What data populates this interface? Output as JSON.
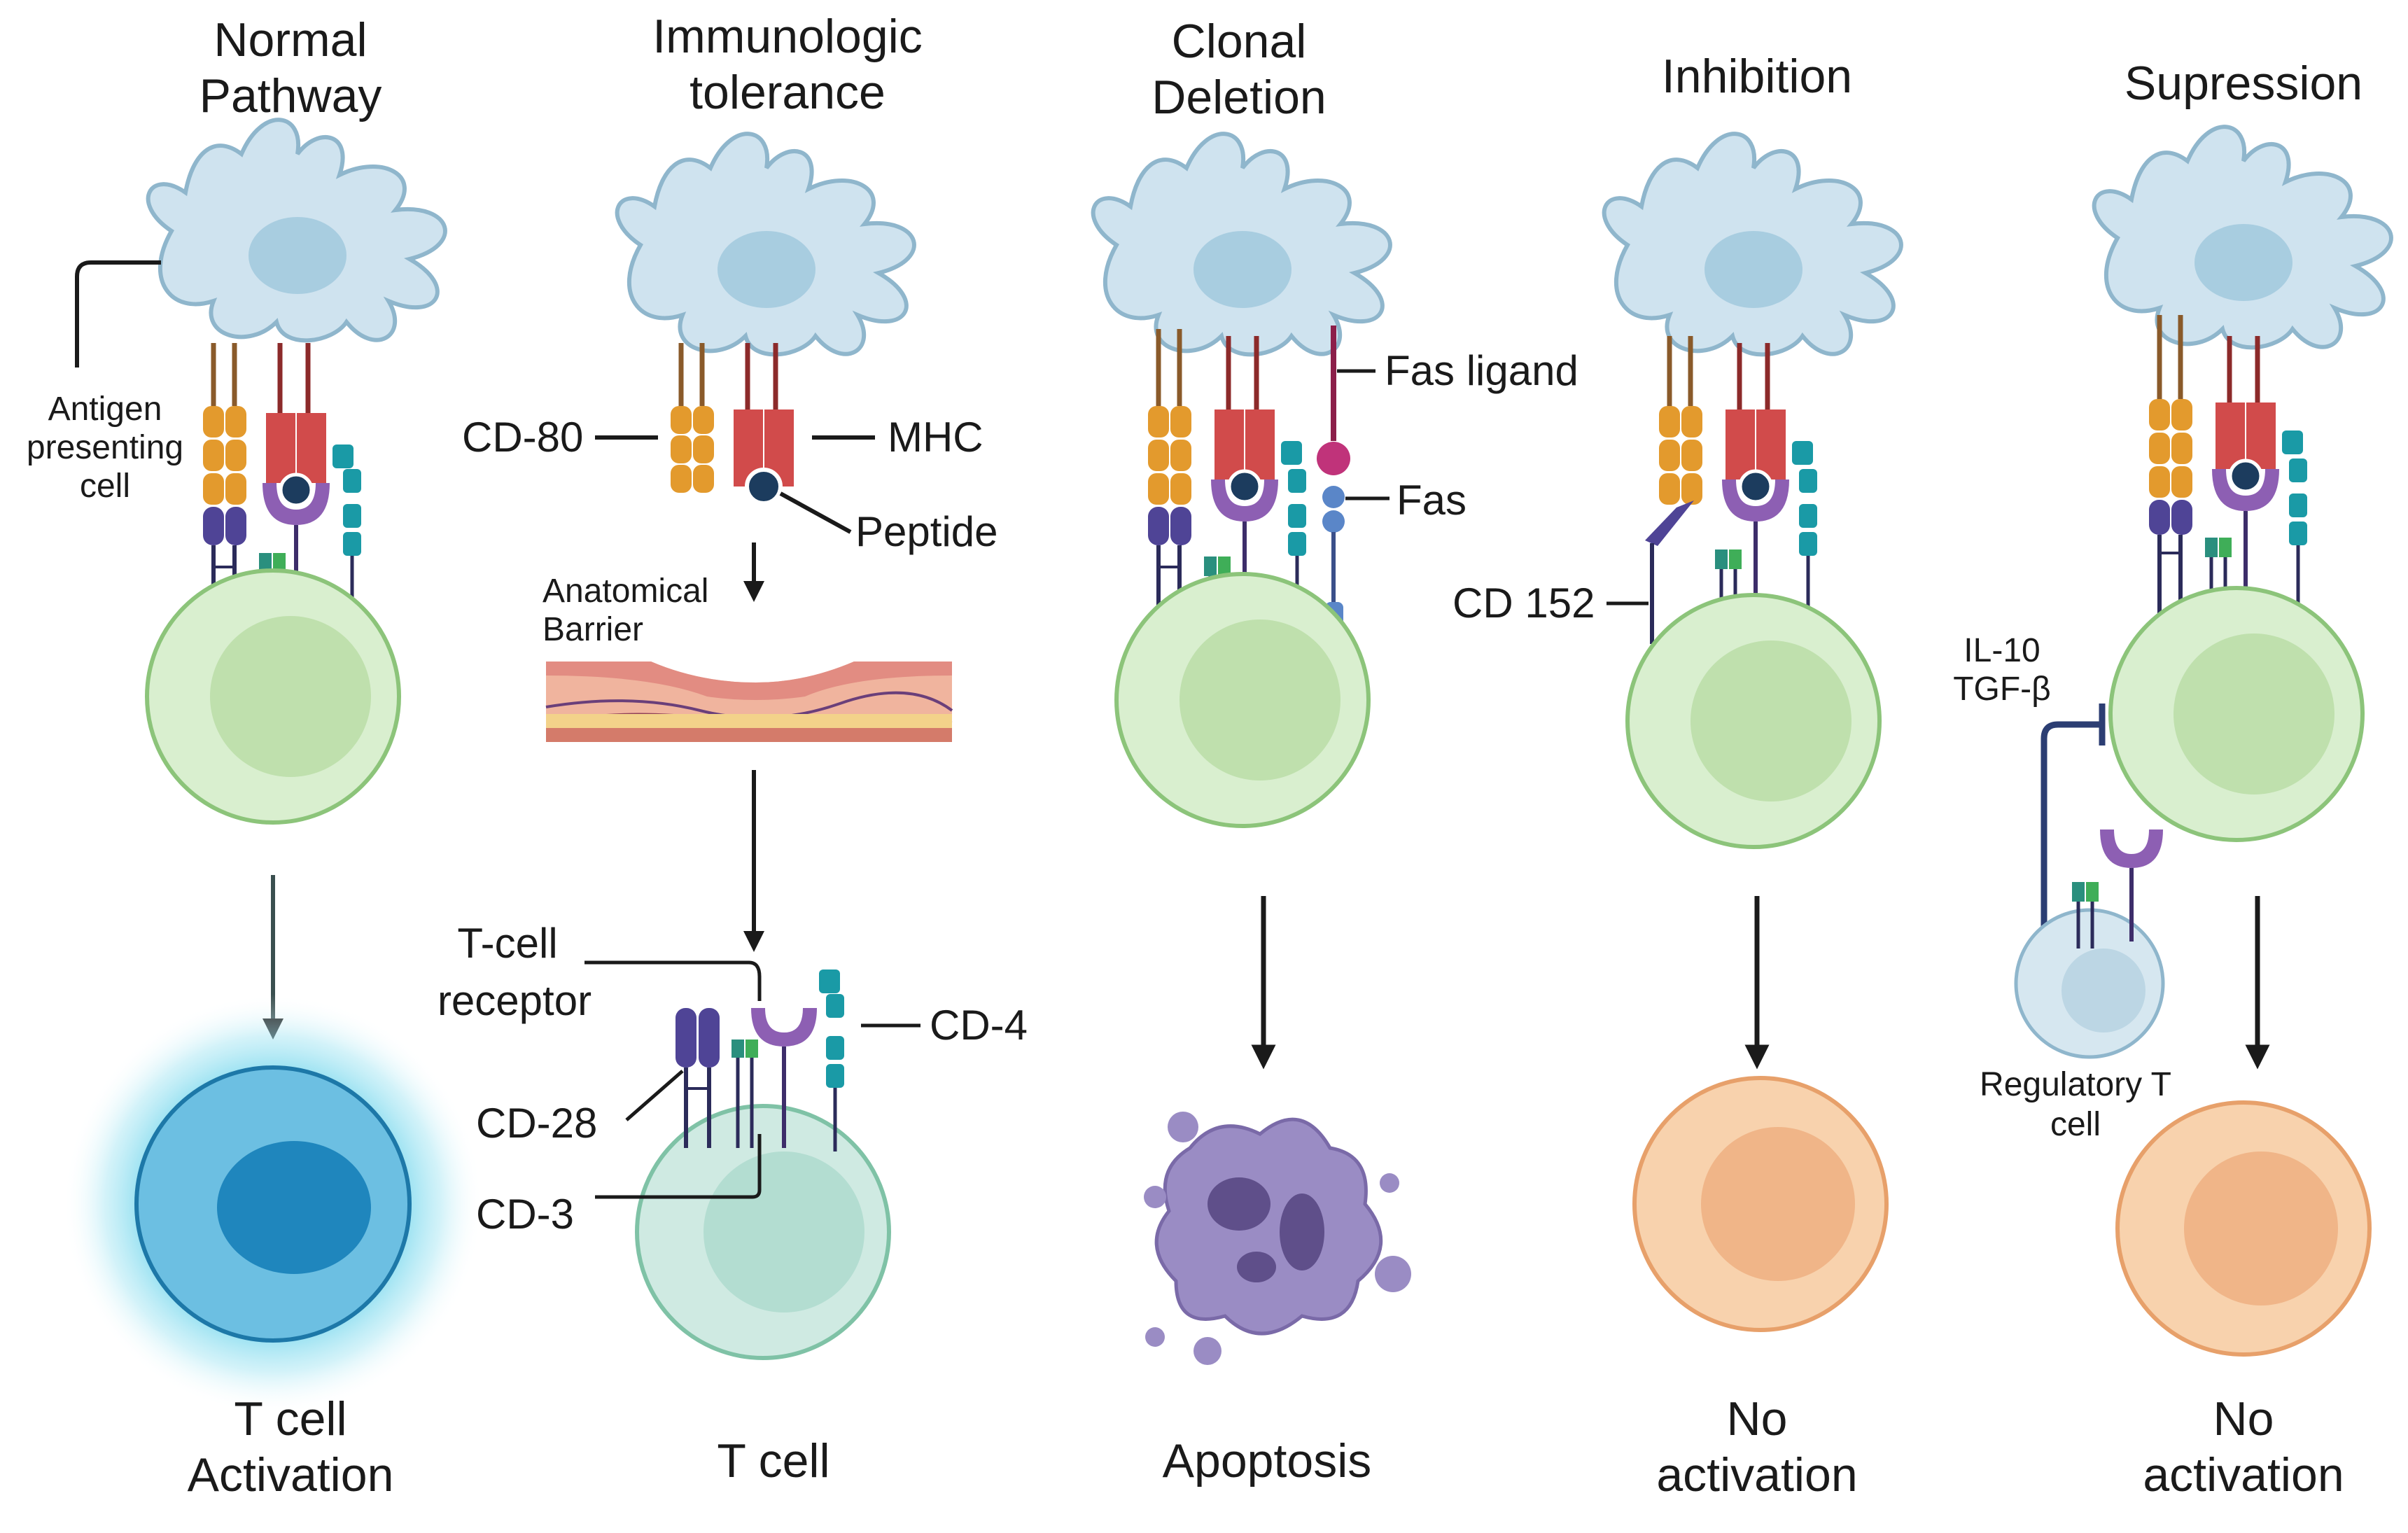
{
  "panels": {
    "normal": {
      "title": [
        "Normal",
        "Pathway"
      ],
      "apc_label": [
        "Antigen",
        "presenting",
        "cell"
      ],
      "caption": [
        "T cell",
        "Activation"
      ]
    },
    "tolerance": {
      "title": [
        "Immunologic",
        "tolerance"
      ],
      "cd80": "CD-80",
      "mhc": "MHC",
      "peptide": "Peptide",
      "barrier": [
        "Anatomical",
        "Barrier"
      ],
      "tcr": [
        "T-cell",
        "receptor"
      ],
      "cd4": "CD-4",
      "cd28": "CD-28",
      "cd3": "CD-3",
      "caption": [
        "T cell"
      ]
    },
    "deletion": {
      "title": [
        "Clonal",
        "Deletion"
      ],
      "fas_ligand": "Fas ligand",
      "fas": "Fas",
      "caption": [
        "Apoptosis"
      ]
    },
    "inhibition": {
      "title": [
        "Inhibition"
      ],
      "cd152": "CD 152",
      "caption": [
        "No",
        "activation"
      ]
    },
    "suppression": {
      "title": [
        "Supression"
      ],
      "cytokines": [
        "IL-10",
        "TGF-β"
      ],
      "treg": [
        "Regulatory T",
        "cell"
      ],
      "caption": [
        "No",
        "activation"
      ]
    }
  },
  "colors": {
    "dendritic": "#cfe3ef",
    "dendritic_stroke": "#8fb6cc",
    "tcell_fill": "#d9efcf",
    "tcell_stroke": "#8cc47a",
    "activated": "#5fb4d8",
    "inactive": "#f6c9a0",
    "apoptotic": "#9a8cc4"
  }
}
